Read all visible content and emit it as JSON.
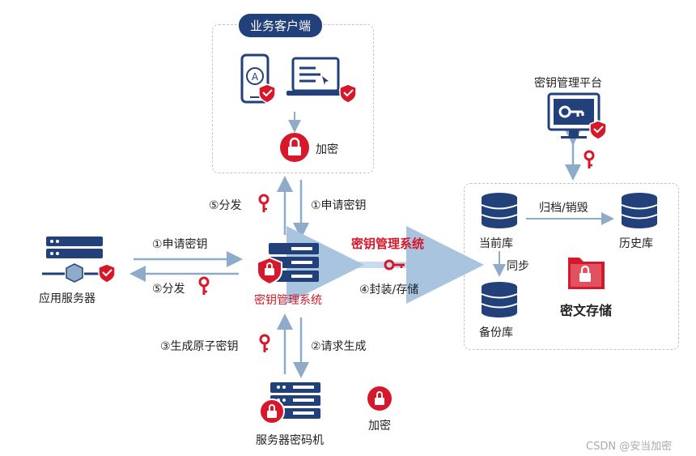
{
  "client": {
    "title": "业务客户端",
    "encrypt": "加密"
  },
  "platform": {
    "title": "密钥管理平台"
  },
  "storage": {
    "current": "当前库",
    "history": "历史库",
    "backup": "备份库",
    "archive": "归档/销毁",
    "sync": "同步",
    "cipher": "密文存储"
  },
  "app_server": {
    "label": "应用服务器"
  },
  "kms": {
    "label": "密钥管理系统",
    "link_title": "密钥管理系统"
  },
  "hsm": {
    "label": "服务器密码机",
    "encrypt": "加密"
  },
  "steps": {
    "s1_client": "①申请密钥",
    "s5_client": "⑤分发",
    "s1_app": "①申请密钥",
    "s5_app": "⑤分发",
    "s4_store": "④封装/存储",
    "s3_gen": "③生成原子密钥",
    "s2_req": "②请求生成"
  },
  "watermark": "CSDN @安当加密",
  "colors": {
    "navy": "#22407a",
    "red": "#d6182a",
    "arrow": "#8eabc9"
  }
}
